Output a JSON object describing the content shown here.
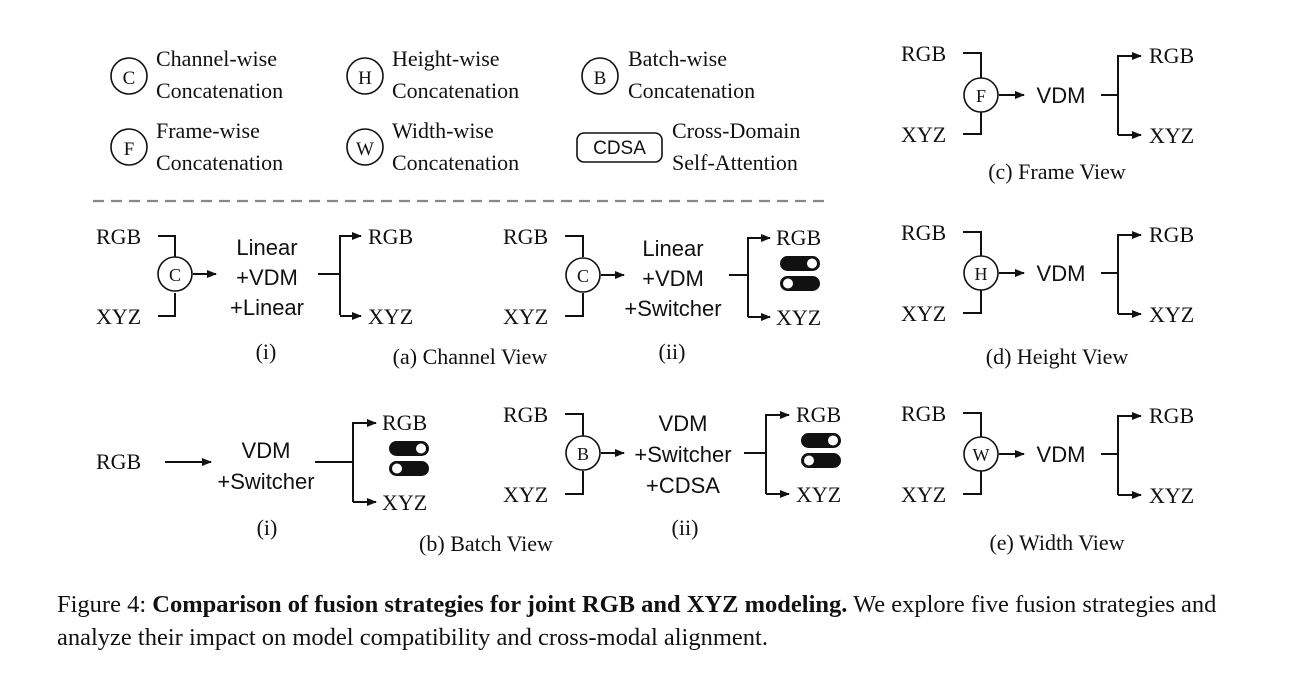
{
  "legend": {
    "channel": {
      "symbol": "C",
      "line1": "Channel-wise",
      "line2": "Concatenation"
    },
    "height": {
      "symbol": "H",
      "line1": "Height-wise",
      "line2": "Concatenation"
    },
    "batch": {
      "symbol": "B",
      "line1": "Batch-wise",
      "line2": "Concatenation"
    },
    "frame": {
      "symbol": "F",
      "line1": "Frame-wise",
      "line2": "Concatenation"
    },
    "width": {
      "symbol": "W",
      "line1": "Width-wise",
      "line2": "Concatenation"
    },
    "cdsa": {
      "symbol": "CDSA",
      "line1": "Cross-Domain",
      "line2": "Self-Attention"
    }
  },
  "labels": {
    "rgb": "RGB",
    "xyz": "XYZ",
    "vdm": "VDM"
  },
  "channel_view": {
    "title": "(a) Channel View",
    "i": {
      "tag": "(i)",
      "symbol": "C",
      "l1": "Linear",
      "l2": "+VDM",
      "l3": "+Linear"
    },
    "ii": {
      "tag": "(ii)",
      "symbol": "C",
      "l1": "Linear",
      "l2": "+VDM",
      "l3": "+Switcher"
    }
  },
  "batch_view": {
    "title": "(b) Batch View",
    "i": {
      "tag": "(i)",
      "l1": "VDM",
      "l2": "+Switcher"
    },
    "ii": {
      "tag": "(ii)",
      "symbol": "B",
      "l1": "VDM",
      "l2": "+Switcher",
      "l3": "+CDSA"
    }
  },
  "frame_view": {
    "title": "(c) Frame View",
    "symbol": "F"
  },
  "height_view": {
    "title": "(d) Height View",
    "symbol": "H"
  },
  "width_view": {
    "title": "(e) Width View",
    "symbol": "W"
  },
  "caption": {
    "prefix": "Figure 4: ",
    "bold": "Comparison of fusion strategies for joint RGB and XYZ modeling.",
    "rest": " We explore five fusion strategies and analyze their impact on model compatibility and cross-modal alignment."
  }
}
